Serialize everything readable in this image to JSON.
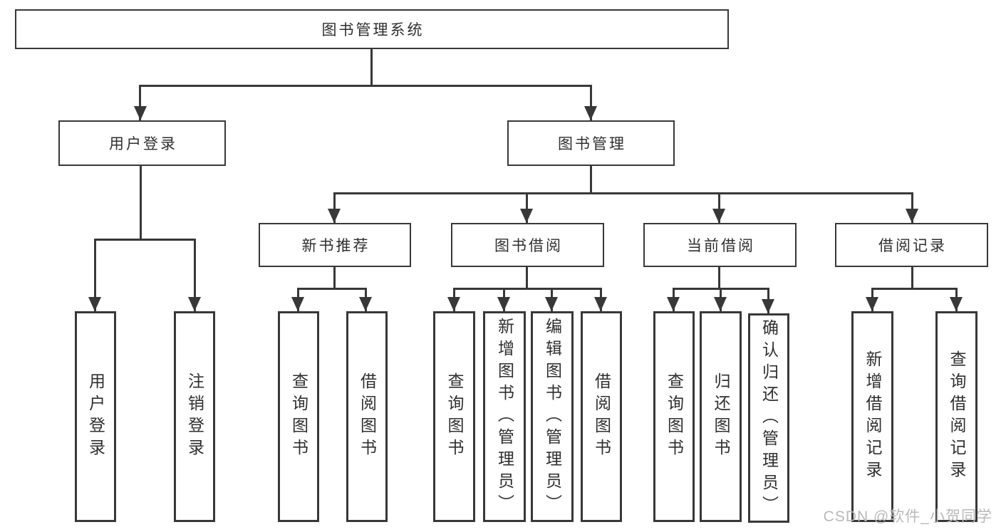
{
  "nodes": {
    "root": "图书管理系统",
    "user_login": "用户登录",
    "book_mgmt": "图书管理",
    "new_book": "新书推荐",
    "book_borrow": "图书借阅",
    "current_borrow": "当前借阅",
    "borrow_record": "借阅记录",
    "ul_login": "用户登录",
    "ul_logout": "注销登录",
    "nb_query": "查询图书",
    "nb_borrow": "借阅图书",
    "bb_query": "查询图书",
    "bb_add": "新增图书（管理员）",
    "bb_edit": "编辑图书（管理员）",
    "bb_borrow": "借阅图书",
    "cb_query": "查询图书",
    "cb_return": "归还图书",
    "cb_confirm": "确认归还（管理员）",
    "br_add": "新增借阅记录",
    "br_query": "查询借阅记录"
  },
  "watermark": "CSDN @软件_小贺同学",
  "colors": {
    "line": "#383838",
    "text": "#2f2f2f",
    "watermark": "#b9b9b9",
    "background": "#ffffff"
  }
}
